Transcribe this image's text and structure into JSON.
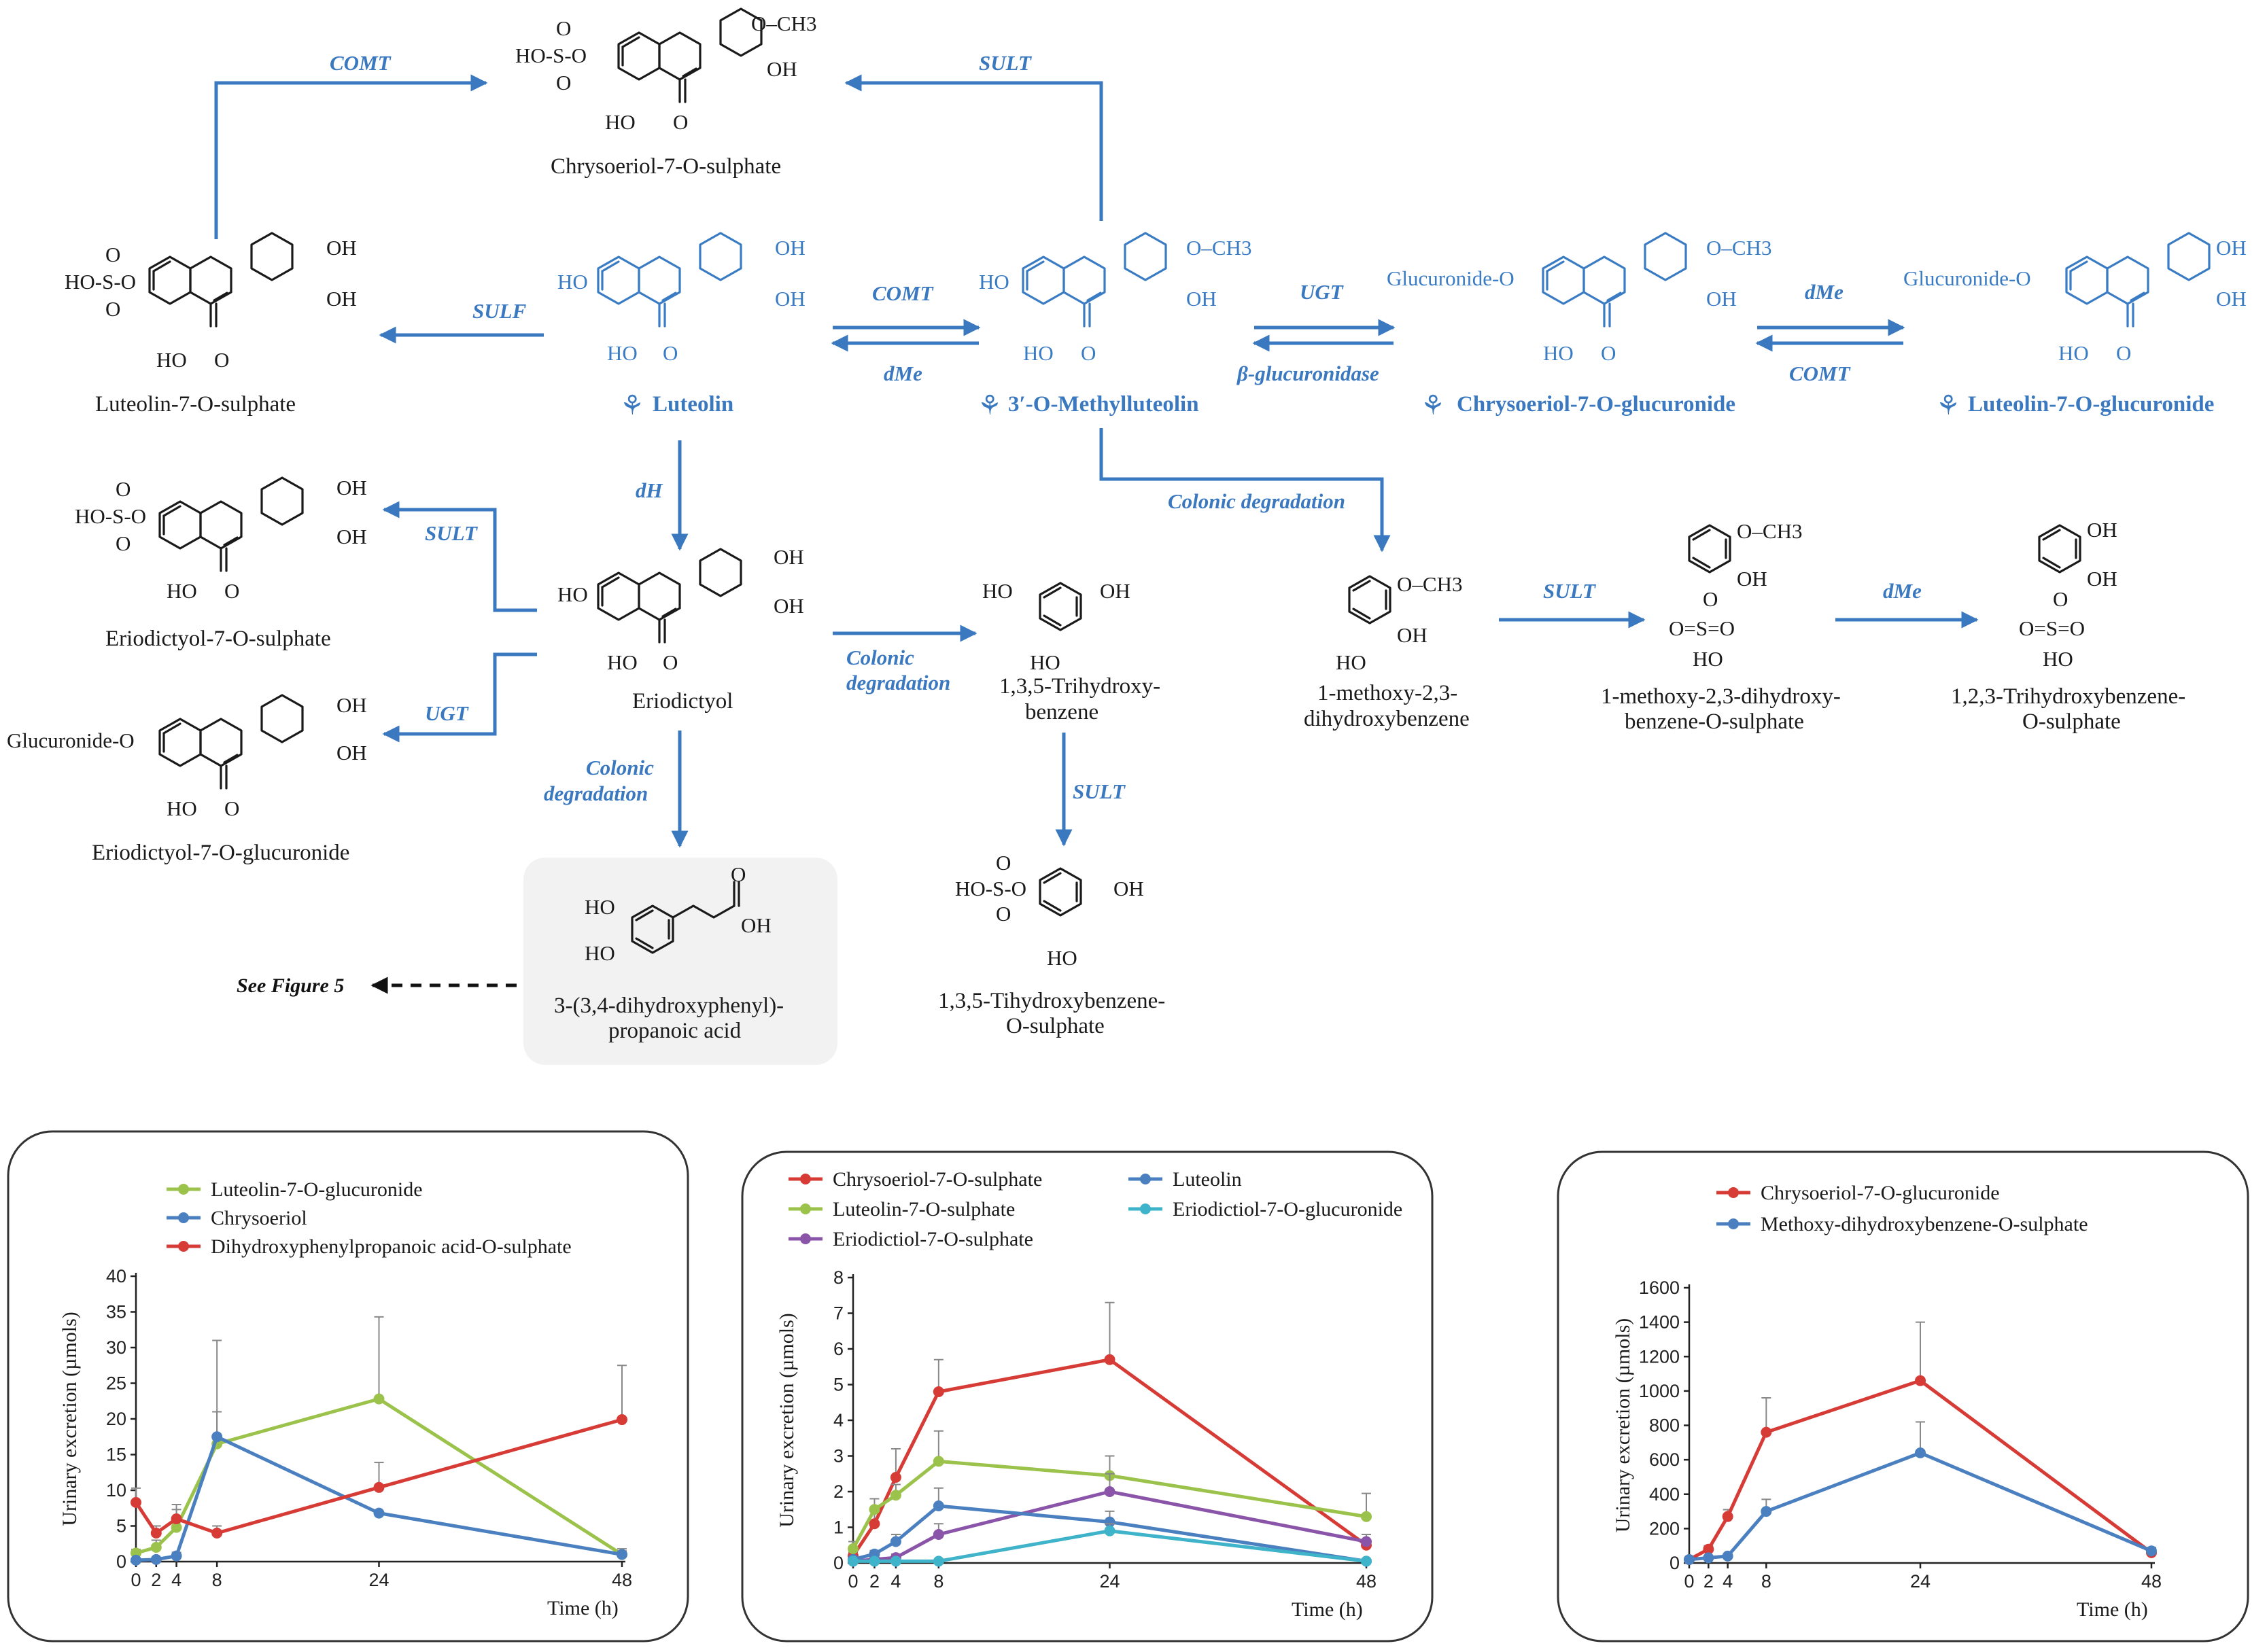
{
  "diagram": {
    "compounds": {
      "chrysoeriol_sulphate": "Chrysoeriol-7-O-sulphate",
      "luteolin_sulphate": "Luteolin-7-O-sulphate",
      "luteolin": "Luteolin",
      "methylluteolin": "3′-O-Methylluteolin",
      "chrysoeriol_glucuronide": "Chrysoeriol-7-O-glucuronide",
      "luteolin_glucuronide": "Luteolin-7-O-glucuronide",
      "eriodictyol_sulphate": "Eriodictyol-7-O-sulphate",
      "eriodictyol": "Eriodictyol",
      "eriodictyol_glucuronide": "Eriodictyol-7-O-glucuronide",
      "trihydroxybenzene_l1": "1,3,5-Trihydroxy-",
      "trihydroxybenzene_l2": "benzene",
      "methoxy_l1": "1-methoxy-2,3-",
      "methoxy_l2": "dihydroxybenzene",
      "methoxy_sulphate_l1": "1-methoxy-2,3-dihydroxy-",
      "methoxy_sulphate_l2": "benzene-O-sulphate",
      "trihydroxy_sulphate_l1": "1,2,3-Trihydroxybenzene-",
      "trihydroxy_sulphate_l2": "O-sulphate",
      "trihydroxy135_sulphate_l1": "1,3,5-Tihydroxybenzene-",
      "trihydroxy135_sulphate_l2": "O-sulphate",
      "propanoic_l1": "3-(3,4-dihydroxyphenyl)-",
      "propanoic_l2": "propanoic acid"
    },
    "enzymes": {
      "comt_top": "COMT",
      "sult_top": "SULT",
      "sulf": "SULF",
      "comt": "COMT",
      "dme": "dMe",
      "ugt": "UGT",
      "beta_gluc": "β-glucuronidase",
      "dme2": "dMe",
      "comt2": "COMT",
      "dh": "dH",
      "colonic1": "Colonic degradation",
      "sult_erio": "SULT",
      "ugt_erio": "UGT",
      "colonic2_l1": "Colonic",
      "colonic2_l2": "degradation",
      "colonic3_l1": "Colonic",
      "colonic3_l2": "degradation",
      "sult_135": "SULT",
      "sult_methoxy": "SULT",
      "dme_methoxy": "dMe"
    },
    "see_figure": "See Figure 5",
    "atoms": {
      "ho": "HO",
      "oh": "OH",
      "o": "O",
      "och3": "O–CH3",
      "glucuronide_o": "Glucuronide-O",
      "hoso": "HO-S-O",
      "s": "S",
      "oseo": "O=S=O"
    }
  },
  "chart_data": [
    {
      "type": "line",
      "xlabel": "Time (h)",
      "ylabel": "Urinary excretion (µmols)",
      "x": [
        0,
        2,
        4,
        8,
        24,
        48
      ],
      "ylim": [
        0,
        40
      ],
      "yticks": [
        0,
        5,
        10,
        15,
        20,
        25,
        30,
        35,
        40
      ],
      "xtick_color": "#e0322d",
      "series": [
        {
          "name": "Luteolin-7-O-glucuronide",
          "color": "#9bc24a",
          "values": [
            1.2,
            2.0,
            4.8,
            16.5,
            22.8,
            1.0
          ],
          "err": [
            0.5,
            1.0,
            2.5,
            4.5,
            11.5,
            0.8
          ]
        },
        {
          "name": "Chrysoeriol",
          "color": "#4a7fc0",
          "values": [
            0.2,
            0.3,
            0.8,
            17.5,
            6.8,
            1.0
          ],
          "err": [
            0.2,
            0.2,
            0.5,
            13.5,
            0,
            0.5
          ]
        },
        {
          "name": "Dihydroxyphenylpropanoic acid-O-sulphate",
          "color": "#d63b36",
          "values": [
            8.3,
            4.0,
            6.0,
            4.0,
            10.4,
            19.9
          ],
          "err": [
            2.0,
            1.0,
            2.0,
            1.0,
            3.5,
            7.6
          ]
        }
      ]
    },
    {
      "type": "line",
      "xlabel": "Time (h)",
      "ylabel": "Urinary excretion (µmols)",
      "x": [
        0,
        2,
        4,
        8,
        24,
        48
      ],
      "ylim": [
        0,
        8
      ],
      "yticks": [
        0,
        1,
        2,
        3,
        4,
        5,
        6,
        7,
        8
      ],
      "series": [
        {
          "name": "Chrysoeriol-7-O-sulphate",
          "color": "#d63b36",
          "values": [
            0.2,
            1.1,
            2.4,
            4.8,
            5.7,
            0.5
          ],
          "err": [
            0.1,
            0.4,
            0.8,
            0.9,
            1.6,
            0.3
          ]
        },
        {
          "name": "Luteolin-7-O-sulphate",
          "color": "#9bc24a",
          "values": [
            0.4,
            1.5,
            1.9,
            2.85,
            2.45,
            1.3
          ],
          "err": [
            0.2,
            0.3,
            0.3,
            0.85,
            0.55,
            0.65
          ]
        },
        {
          "name": "Eriodictiol-7-O-sulphate",
          "color": "#8a55a8",
          "values": [
            0.05,
            0.1,
            0.15,
            0.8,
            2.0,
            0.6
          ],
          "err": [
            0.05,
            0.05,
            0.1,
            0.3,
            0.5,
            0.2
          ]
        },
        {
          "name": "Luteolin",
          "color": "#4a7fc0",
          "values": [
            0.1,
            0.25,
            0.6,
            1.6,
            1.15,
            0.05
          ],
          "err": [
            0.05,
            0.1,
            0.2,
            0.5,
            0.3,
            0.05
          ]
        },
        {
          "name": "Eriodictiol-7-O-glucuronide",
          "color": "#3fb3c9",
          "values": [
            0.05,
            0.05,
            0.05,
            0.05,
            0.9,
            0.05
          ],
          "err": [
            0,
            0,
            0,
            0,
            0.2,
            0
          ]
        }
      ]
    },
    {
      "type": "line",
      "xlabel": "Time (h)",
      "ylabel": "Urinary excretion (µmols)",
      "x": [
        0,
        2,
        4,
        8,
        24,
        48
      ],
      "ylim": [
        0,
        1600
      ],
      "yticks": [
        0,
        200,
        400,
        600,
        800,
        1000,
        1200,
        1400,
        1600
      ],
      "series": [
        {
          "name": "Chrysoeriol-7-O-glucuronide",
          "color": "#d63b36",
          "values": [
            20,
            80,
            270,
            760,
            1060,
            60
          ],
          "err": [
            10,
            20,
            40,
            200,
            340,
            20
          ]
        },
        {
          "name": "Methoxy-dihydroxybenzene-O-sulphate",
          "color": "#4a7fc0",
          "values": [
            20,
            30,
            40,
            300,
            640,
            70
          ],
          "err": [
            5,
            5,
            10,
            70,
            180,
            20
          ]
        }
      ]
    }
  ],
  "colors": {
    "accent_blue": "#3a78c0",
    "red": "#d63b36",
    "green": "#9bc24a",
    "purple": "#8a55a8",
    "cyan": "#3fb3c9"
  }
}
